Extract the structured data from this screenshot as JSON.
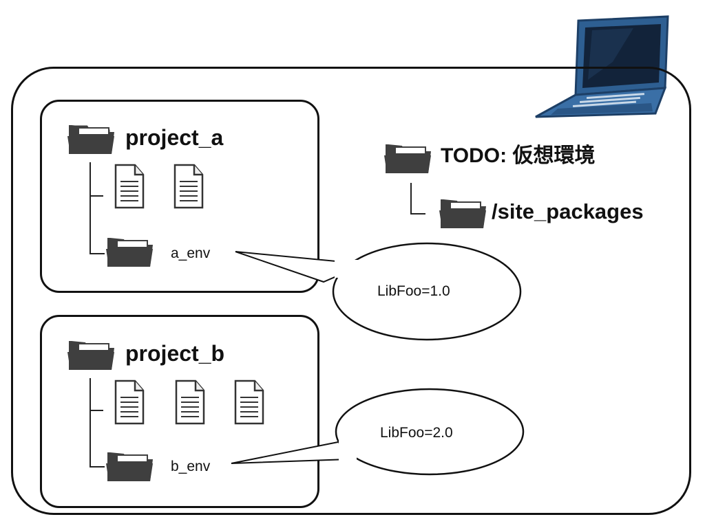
{
  "project_a": {
    "name": "project_a",
    "env_name": "a_env",
    "file_count": 2
  },
  "project_b": {
    "name": "project_b",
    "env_name": "b_env",
    "file_count": 3
  },
  "todo": {
    "label": "TODO: 仮想環境",
    "child": "/site_packages"
  },
  "callouts": {
    "a": "LibFoo=1.0",
    "b": "LibFoo=2.0"
  },
  "icons": {
    "folder": "folder-icon",
    "file": "document-icon",
    "laptop": "laptop-icon"
  },
  "colors": {
    "folder": "#3f3f3f",
    "laptop_body": "#2e5f92",
    "laptop_screen": "#12233a",
    "outline": "#111111"
  }
}
